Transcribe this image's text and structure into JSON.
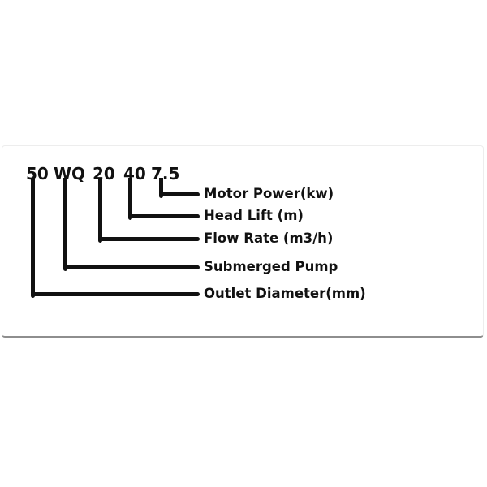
{
  "model_code": {
    "full": "50 WQ 20 40 7.5",
    "parts": [
      {
        "text": "50",
        "meaning": "Outlet Diameter(mm)"
      },
      {
        "text": "WQ",
        "meaning": "Submerged Pump"
      },
      {
        "text": "20",
        "meaning": "Flow Rate (m3/h)"
      },
      {
        "text": "40",
        "meaning": "Head Lift (m)"
      },
      {
        "text": "7.5",
        "meaning": "Motor Power(kw)"
      }
    ]
  },
  "colors": {
    "ink": "#111111",
    "background": "#ffffff",
    "card_border": "#ededed",
    "card_border_bottom": "#8e8e8e"
  }
}
